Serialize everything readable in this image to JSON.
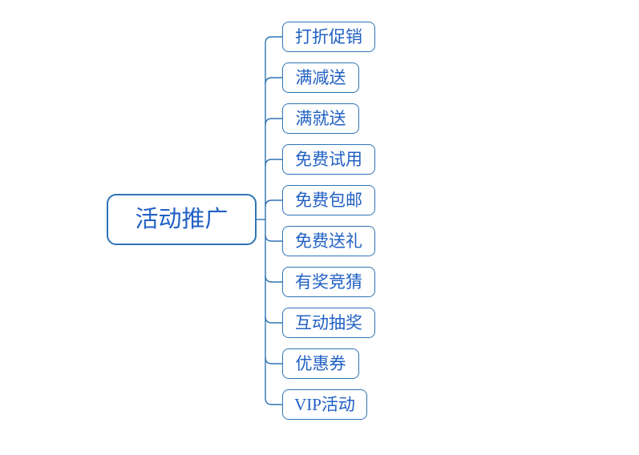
{
  "diagram": {
    "type": "mindmap",
    "root": {
      "label": "活动推广"
    },
    "children": [
      {
        "label": "打折促销"
      },
      {
        "label": "满减送"
      },
      {
        "label": "满就送"
      },
      {
        "label": "免费试用"
      },
      {
        "label": "免费包邮"
      },
      {
        "label": "免费送礼"
      },
      {
        "label": "有奖竞猜"
      },
      {
        "label": "互动抽奖"
      },
      {
        "label": "优惠券"
      },
      {
        "label": "VIP活动"
      }
    ]
  },
  "colors": {
    "node_border": "#2E74B5",
    "node_text": "#2161C4",
    "connector": "#2E74B5",
    "background": "#FFFFFF"
  }
}
